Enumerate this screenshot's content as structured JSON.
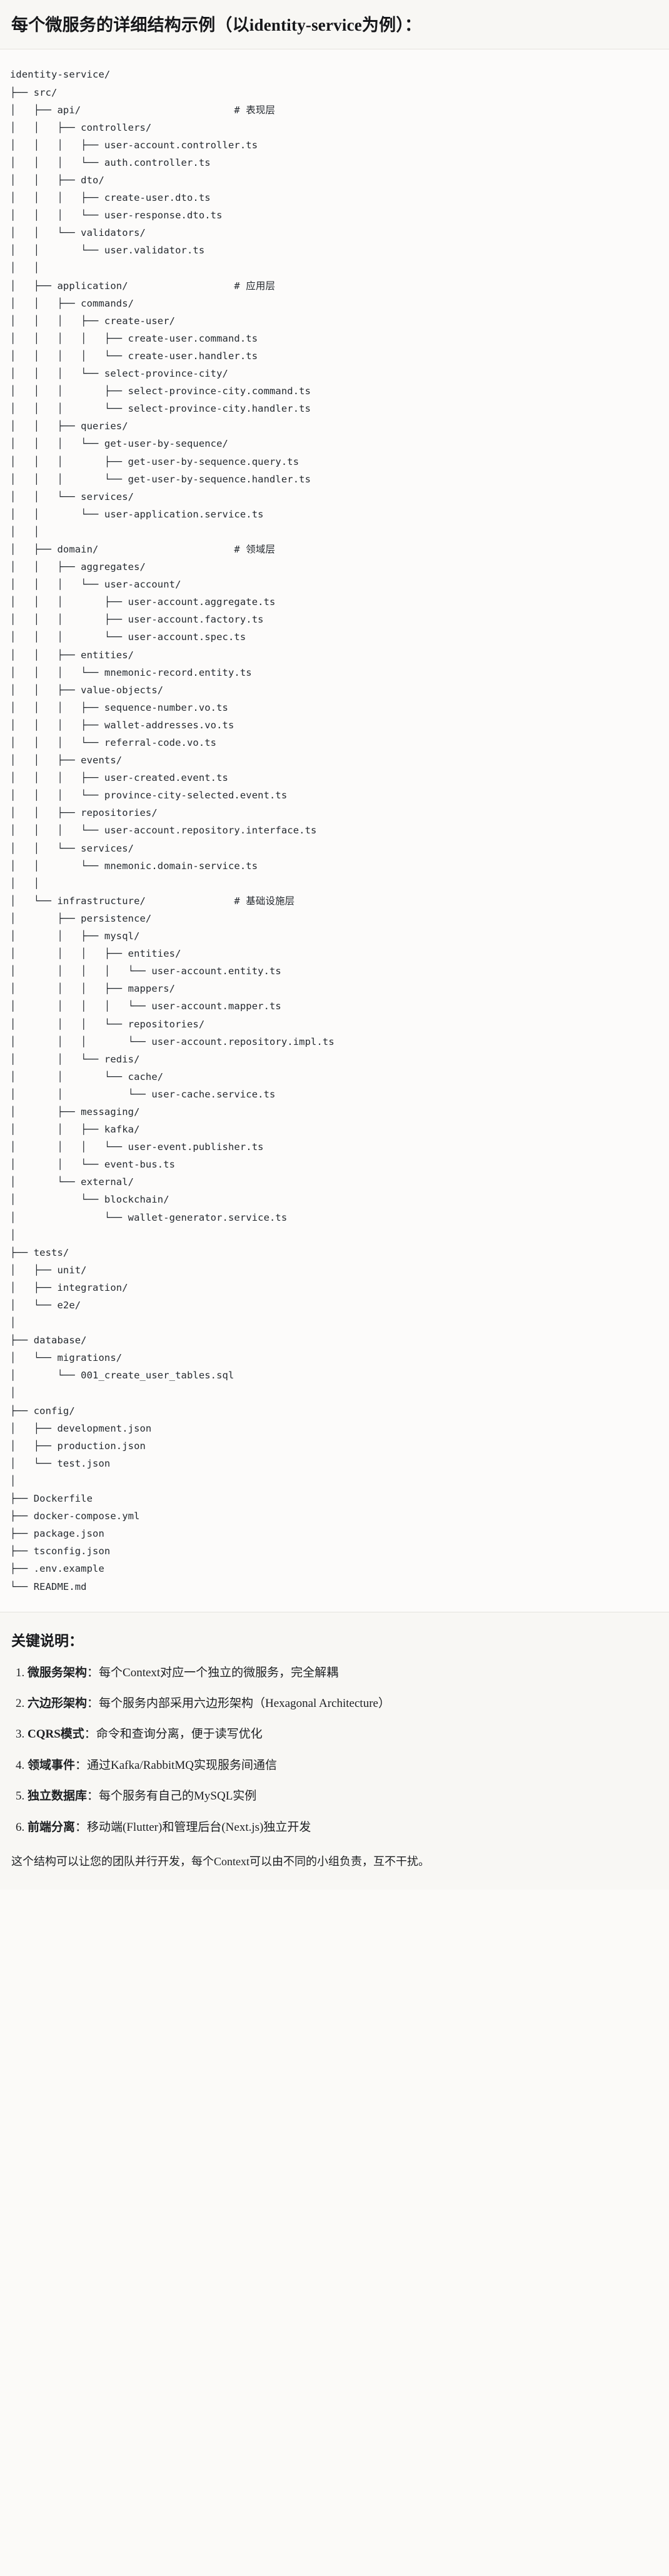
{
  "heading": {
    "title": "每个微服务的详细结构示例（以identity-service为例）："
  },
  "tree": {
    "root_label": "identity-service/",
    "comments": {
      "api": "# 表现层",
      "application": "# 应用层",
      "domain": "# 领域层",
      "infrastructure": "# 基础设施层"
    },
    "text": "identity-service/\n├── src/\n│   ├── api/                          # 表现层\n│   │   ├── controllers/\n│   │   │   ├── user-account.controller.ts\n│   │   │   └── auth.controller.ts\n│   │   ├── dto/\n│   │   │   ├── create-user.dto.ts\n│   │   │   └── user-response.dto.ts\n│   │   └── validators/\n│   │       └── user.validator.ts\n│   │\n│   ├── application/                  # 应用层\n│   │   ├── commands/\n│   │   │   ├── create-user/\n│   │   │   │   ├── create-user.command.ts\n│   │   │   │   └── create-user.handler.ts\n│   │   │   └── select-province-city/\n│   │   │       ├── select-province-city.command.ts\n│   │   │       └── select-province-city.handler.ts\n│   │   ├── queries/\n│   │   │   └── get-user-by-sequence/\n│   │   │       ├── get-user-by-sequence.query.ts\n│   │   │       └── get-user-by-sequence.handler.ts\n│   │   └── services/\n│   │       └── user-application.service.ts\n│   │\n│   ├── domain/                       # 领域层\n│   │   ├── aggregates/\n│   │   │   └── user-account/\n│   │   │       ├── user-account.aggregate.ts\n│   │   │       ├── user-account.factory.ts\n│   │   │       └── user-account.spec.ts\n│   │   ├── entities/\n│   │   │   └── mnemonic-record.entity.ts\n│   │   ├── value-objects/\n│   │   │   ├── sequence-number.vo.ts\n│   │   │   ├── wallet-addresses.vo.ts\n│   │   │   └── referral-code.vo.ts\n│   │   ├── events/\n│   │   │   ├── user-created.event.ts\n│   │   │   └── province-city-selected.event.ts\n│   │   ├── repositories/\n│   │   │   └── user-account.repository.interface.ts\n│   │   └── services/\n│   │       └── mnemonic.domain-service.ts\n│   │\n│   └── infrastructure/               # 基础设施层\n│       ├── persistence/\n│       │   ├── mysql/\n│       │   │   ├── entities/\n│       │   │   │   └── user-account.entity.ts\n│       │   │   ├── mappers/\n│       │   │   │   └── user-account.mapper.ts\n│       │   │   └── repositories/\n│       │   │       └── user-account.repository.impl.ts\n│       │   └── redis/\n│       │       └── cache/\n│       │           └── user-cache.service.ts\n│       ├── messaging/\n│       │   ├── kafka/\n│       │   │   └── user-event.publisher.ts\n│       │   └── event-bus.ts\n│       └── external/\n│           └── blockchain/\n│               └── wallet-generator.service.ts\n│\n├── tests/\n│   ├── unit/\n│   ├── integration/\n│   └── e2e/\n│\n├── database/\n│   └── migrations/\n│       └── 001_create_user_tables.sql\n│\n├── config/\n│   ├── development.json\n│   ├── production.json\n│   └── test.json\n│\n├── Dockerfile\n├── docker-compose.yml\n├── package.json\n├── tsconfig.json\n├── .env.example\n└── README.md"
  },
  "notes": {
    "title": "关键说明：",
    "items": [
      {
        "term": "微服务架构",
        "desc": "：每个Context对应一个独立的微服务，完全解耦"
      },
      {
        "term": "六边形架构",
        "desc": "：每个服务内部采用六边形架构（Hexagonal Architecture）"
      },
      {
        "term": "CQRS模式",
        "desc": "：命令和查询分离，便于读写优化"
      },
      {
        "term": "领域事件",
        "desc": "：通过Kafka/RabbitMQ实现服务间通信"
      },
      {
        "term": "独立数据库",
        "desc": "：每个服务有自己的MySQL实例"
      },
      {
        "term": "前端分离",
        "desc": "：移动端(Flutter)和管理后台(Next.js)独立开发"
      }
    ],
    "closing": "这个结构可以让您的团队并行开发，每个Context可以由不同的小组负责，互不干扰。"
  }
}
